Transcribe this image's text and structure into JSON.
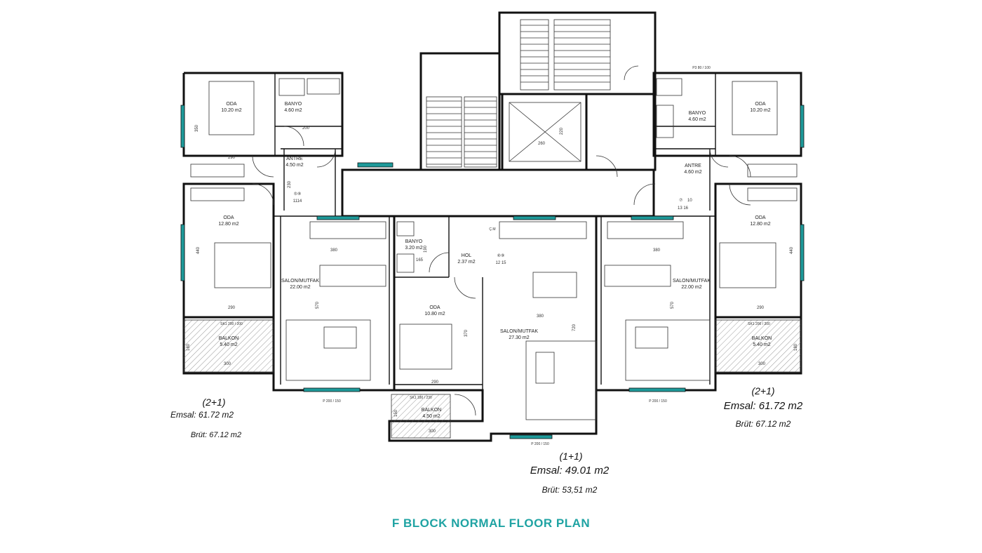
{
  "plan_title": "F BLOCK NORMAL FLOOR PLAN",
  "colors": {
    "accent": "#1fa3a3",
    "wall": "#111111",
    "window": "#1e9a9a"
  },
  "rooms": [
    {
      "id": "oda-tl",
      "name": "ODA",
      "area": "10.20 m2"
    },
    {
      "id": "banyo-tl",
      "name": "BANYO",
      "area": "4.60 m2"
    },
    {
      "id": "antre-l",
      "name": "ANTRE",
      "area": "4.50 m2"
    },
    {
      "id": "oda-ml",
      "name": "ODA",
      "area": "12.80 m2"
    },
    {
      "id": "salon-l",
      "name": "SALON/MUTFAK",
      "area": "22.00 m2"
    },
    {
      "id": "balkon-l",
      "name": "BALKON",
      "area": "5.40 m2"
    },
    {
      "id": "banyo-c",
      "name": "BANYO",
      "area": "3.20 m2"
    },
    {
      "id": "hol-c",
      "name": "HOL",
      "area": "2.37 m2"
    },
    {
      "id": "oda-c",
      "name": "ODA",
      "area": "10.80 m2"
    },
    {
      "id": "salon-c",
      "name": "SALON/MUTFAK",
      "area": "27.30 m2"
    },
    {
      "id": "balkon-c",
      "name": "BALKON",
      "area": "4.50 m2"
    },
    {
      "id": "salon-r",
      "name": "SALON/MUTFAK",
      "area": "22.00 m2"
    },
    {
      "id": "oda-mr",
      "name": "ODA",
      "area": "12.80 m2"
    },
    {
      "id": "balkon-r",
      "name": "BALKON",
      "area": "5.40 m2"
    },
    {
      "id": "banyo-tr",
      "name": "BANYO",
      "area": "4.60 m2"
    },
    {
      "id": "oda-tr",
      "name": "ODA",
      "area": "10.20 m2"
    },
    {
      "id": "antre-r",
      "name": "ANTRE",
      "area": "4.60 m2"
    }
  ],
  "dimensions": [
    "290",
    "350",
    "200",
    "230",
    "290",
    "440",
    "380",
    "290",
    "180",
    "300",
    "570",
    "165",
    "190",
    "370",
    "290",
    "150",
    "300",
    "380",
    "720",
    "260",
    "220",
    "570",
    "380",
    "290",
    "440",
    "180",
    "300"
  ],
  "door_numbers": [
    {
      "circled": "⑤⑧",
      "plain": "1114"
    },
    {
      "circled": "⑥⑨",
      "plain": "12 15"
    },
    {
      "circled": "⑦",
      "plain": "10"
    },
    {
      "circled": "",
      "plain": "13 16"
    }
  ],
  "notes": [
    "P 200 / 150",
    "P 200 / 150",
    "P 200 / 150",
    "SK1 200 / 200",
    "SK1 200 / 200",
    "SK1 180 / 230",
    "P3 80 / 100",
    "Ç.M"
  ],
  "units": [
    {
      "type": "(2+1)",
      "emsal": "Emsal: 61.72 m2",
      "brut": "Brüt: 67.12 m2"
    },
    {
      "type": "(1+1)",
      "emsal": "Emsal: 49.01 m2",
      "brut": "Brüt: 53,51 m2"
    },
    {
      "type": "(2+1)",
      "emsal": "Emsal: 61.72 m2",
      "brut": "Brüt: 67.12 m2"
    }
  ]
}
